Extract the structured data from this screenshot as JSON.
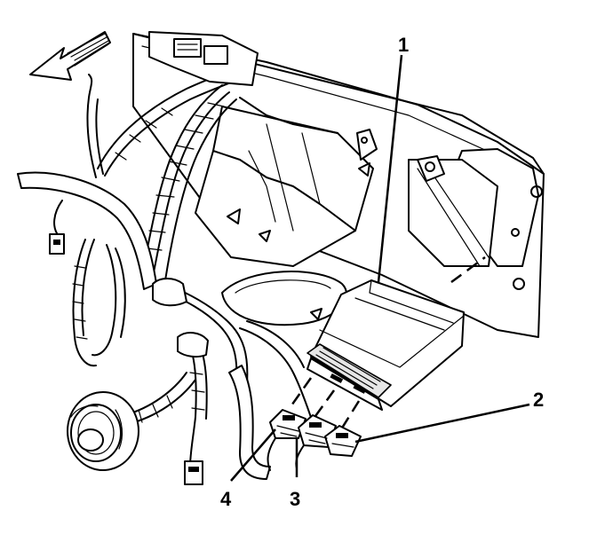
{
  "callouts": {
    "c1": "1",
    "c2": "2",
    "c3": "3",
    "c4": "4"
  },
  "icons": {
    "direction_arrow": "left-up-arrow-icon"
  },
  "colors": {
    "line": "#000000",
    "background": "#ffffff"
  }
}
